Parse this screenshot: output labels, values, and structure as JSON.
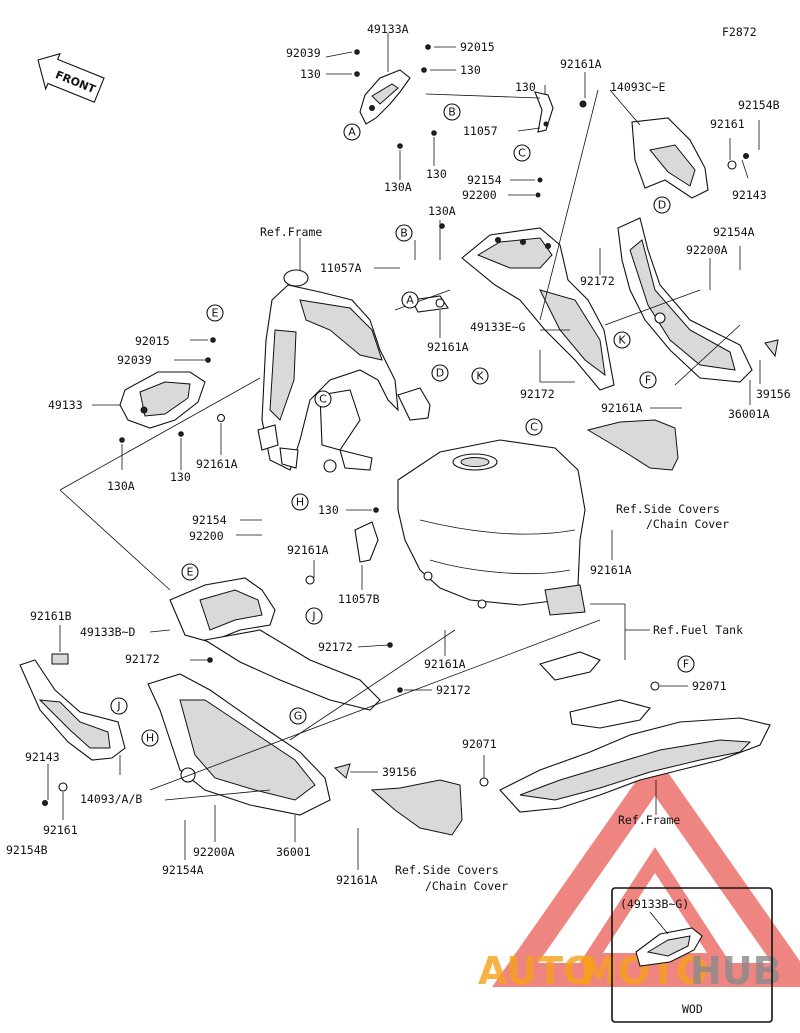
{
  "diagram_code": "F2872",
  "front_label": "FRONT",
  "watermark": {
    "text_auto": "AUTO",
    "text_moto": "MOTO",
    "text_hub": "HUB",
    "color_red": "#e2231a",
    "color_orange": "#f7a11a",
    "color_gray": "#8a8a8a"
  },
  "inset": {
    "title": "(49133B~G)",
    "caption": "WOD"
  },
  "references": {
    "frame_top": "Ref.Frame",
    "frame_bottom": "Ref.Frame",
    "fuel_tank": "Ref.Fuel Tank",
    "side_covers_right_line1": "Ref.Side Covers",
    "side_covers_right_line2": "/Chain Cover",
    "side_covers_bottom_line1": "Ref.Side Covers",
    "side_covers_bottom_line2": "/Chain Cover"
  },
  "callouts": [
    "A",
    "B",
    "A",
    "B",
    "C",
    "D",
    "K",
    "C",
    "H",
    "C",
    "E",
    "E",
    "J",
    "J",
    "H",
    "G",
    "F",
    "F",
    "K",
    "D"
  ],
  "part_labels": [
    "49133A",
    "92039",
    "92015",
    "130",
    "130",
    "130A",
    "130",
    "92161A",
    "130",
    "11057",
    "14093C~E",
    "92154B",
    "92161",
    "92143",
    "92154",
    "92200",
    "130A",
    "11057A",
    "92172",
    "92154A",
    "92200A",
    "49133E~G",
    "92161A",
    "92172",
    "39156",
    "92161A",
    "36001A",
    "92015",
    "92039",
    "49133",
    "130A",
    "130",
    "92161A",
    "92154",
    "92200",
    "130",
    "92161A",
    "11057B",
    "92161A",
    "92161B",
    "49133B~D",
    "92172",
    "92172",
    "92161A",
    "92172",
    "92071",
    "92071",
    "92143",
    "14093/A/B",
    "92161",
    "92154B",
    "39156",
    "92200A",
    "36001",
    "92154A",
    "92161A"
  ]
}
